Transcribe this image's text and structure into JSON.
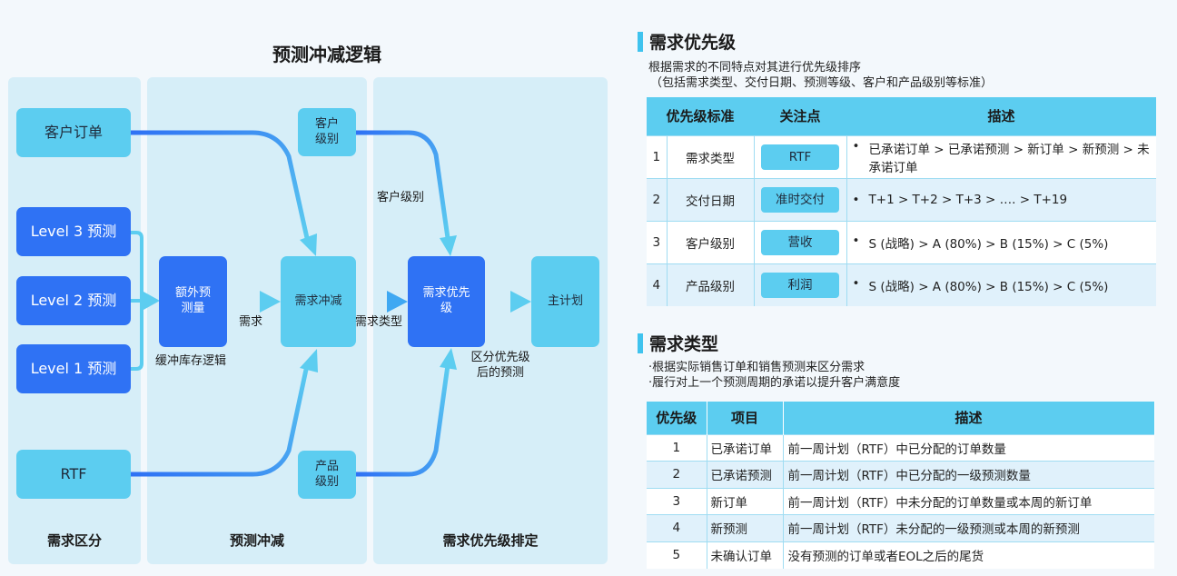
{
  "flow": {
    "title": "预测冲减逻辑",
    "panels": [
      "需求区分",
      "预测冲减",
      "需求优先级排定"
    ],
    "nodes": {
      "customer_order": "客户订单",
      "level3": "Level 3 预测",
      "level2": "Level 2 预测",
      "level1": "Level 1 预测",
      "rtf": "RTF",
      "extra_forecast": "额外预测量",
      "demand_offset": "需求冲减",
      "customer_level": "客户级别",
      "product_level": "产品级别",
      "demand_priority": "需求优先级",
      "master_plan": "主计划"
    },
    "labels": {
      "buffer_logic": "缓冲库存逻辑",
      "demand": "需求",
      "demand_type": "需求类型",
      "customer_level": "客户级别",
      "prioritized_forecast": "区分优先级后的预测"
    }
  },
  "priority": {
    "title": "需求优先级",
    "note1": "根据需求的不同特点对其进行优先级排序",
    "note2": "（包括需求类型、交付日期、预测等级、客户和产品级别等标准）",
    "headers": [
      "优先级标准",
      "关注点",
      "描述"
    ],
    "rows": [
      {
        "num": "1",
        "std": "需求类型",
        "focus": "RTF",
        "desc": "已承诺订单 > 已承诺预测 > 新订单 > 新预测 > 未承诺订单"
      },
      {
        "num": "2",
        "std": "交付日期",
        "focus": "准时交付",
        "desc": "T+1 > T+2 > T+3 > …. > T+19"
      },
      {
        "num": "3",
        "std": "客户级别",
        "focus": "营收",
        "desc": "S (战略) > A (80%)  > B (15%) > C (5%)"
      },
      {
        "num": "4",
        "std": "产品级别",
        "focus": "利润",
        "desc": "S (战略) > A (80%)  > B (15%) > C (5%)"
      }
    ]
  },
  "demand_type": {
    "title": "需求类型",
    "note1": "·根据实际销售订单和销售预测来区分需求",
    "note2": "·履行对上一个预测周期的承诺以提升客户满意度",
    "headers": [
      "优先级",
      "项目",
      "描述"
    ],
    "rows": [
      {
        "num": "1",
        "item": "已承诺订单",
        "desc": "前一周计划（RTF）中已分配的订单数量"
      },
      {
        "num": "2",
        "item": "已承诺预测",
        "desc": "前一周计划（RTF）中已分配的一级预测数量"
      },
      {
        "num": "3",
        "item": "新订单",
        "desc": "前一周计划（RTF）中未分配的订单数量或本周的新订单"
      },
      {
        "num": "4",
        "item": "新预测",
        "desc": "前一周计划（RTF）未分配的一级预测或本周的新预测"
      },
      {
        "num": "5",
        "item": "未确认订单",
        "desc": "没有预测的订单或者EOL之后的尾货"
      }
    ]
  },
  "colors": {
    "light_node": "#5ccdf0",
    "dark_node": "#2f72f4",
    "panel": "#d6eef8",
    "accent": "#3fc3ee"
  }
}
